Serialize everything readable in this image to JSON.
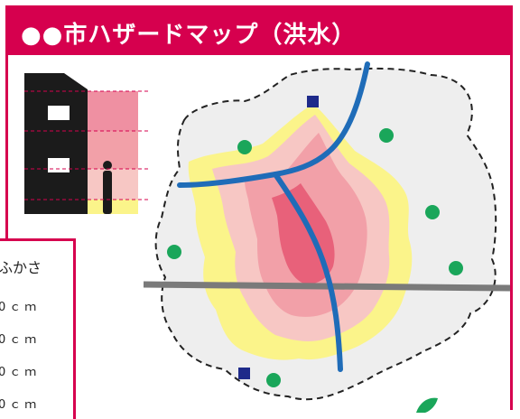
{
  "header": {
    "title": "●●市ハザードマップ（洪水）"
  },
  "legend": {
    "title": "ふかさ",
    "rows": [
      {
        "label": "0ｃｍ",
        "color": "#e8617a"
      },
      {
        "label": "0ｃｍ",
        "color": "#f2a0a8"
      },
      {
        "label": "0ｃｍ",
        "color": "#f7c7c4"
      },
      {
        "label": "0ｃｍ",
        "color": "#fbf48a"
      }
    ]
  },
  "colors": {
    "brand": "#d6004e",
    "river": "#1f6cb8",
    "road": "#7a7a7a",
    "shelter": "#1aa65a",
    "facility": "#1e2a8a",
    "area": "#eeeeee",
    "building": "#1b1b1b"
  }
}
